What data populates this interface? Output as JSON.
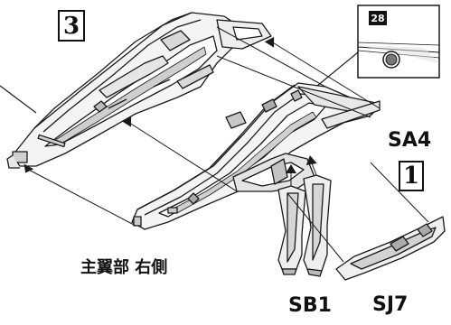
{
  "step_numbers": {
    "main": "3",
    "sub": "1"
  },
  "detail_tag": "28",
  "part_labels": {
    "sa4": "SA4",
    "sb1": "SB1",
    "sj7": "SJ7"
  },
  "caption": "主翼部 右側",
  "colors": {
    "line": "#1a1a1a",
    "part_fill": "#f4f4f4",
    "shade": "#b8b8b8",
    "detail_fill": "#e0e0e0"
  },
  "icons": [
    "step-number-icon",
    "detail-callout-icon",
    "round-pin-icon",
    "assembly-arrow-icon"
  ]
}
